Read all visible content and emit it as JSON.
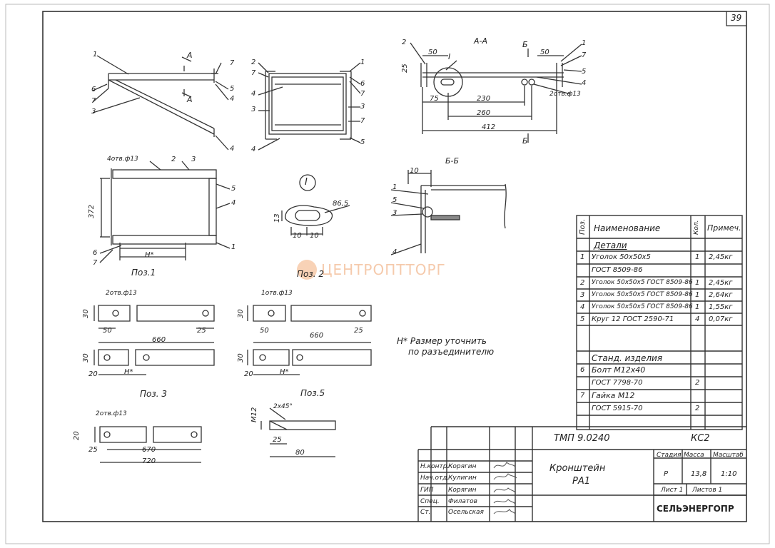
{
  "sheet": {
    "page_number": "39"
  },
  "sections": {
    "aa": "А-А",
    "bb": "Б-Б",
    "cut_a": "А",
    "cut_b": "Б",
    "node_mark": "I"
  },
  "positions": {
    "poz1": "Поз.1",
    "poz2": "Поз. 2",
    "poz3": "Поз. 3",
    "poz5": "Поз.5"
  },
  "callouts": [
    "1",
    "2",
    "3",
    "4",
    "5",
    "6",
    "7"
  ],
  "dimensions": {
    "d50": "50",
    "d25": "25",
    "d75": "75",
    "d230": "230",
    "d260": "260",
    "d412": "412",
    "d372": "372",
    "d10": "10",
    "d13": "13",
    "d86_5": "86,5",
    "d30": "30",
    "d20": "20",
    "d660": "660",
    "d670": "670",
    "d720": "720",
    "d80": "80",
    "m12": "M12",
    "chamfer": "2x45°",
    "h_star": "H*"
  },
  "holes": {
    "two_13": "2отв.ф13",
    "four_13": "4отв.ф13",
    "one_13": "1отв.ф13"
  },
  "note": {
    "line1": "H* Размер уточнить",
    "line2": "по разъединителю"
  },
  "spec": {
    "headers": {
      "pos": "Поз.",
      "name": "Наименование",
      "qty": "Кол.",
      "note": "Примеч."
    },
    "group_details": "Детали",
    "rows": [
      {
        "pos": "1",
        "name": "Уголок 50x50x5",
        "qty": "1",
        "note": "2,45кг"
      },
      {
        "pos": "",
        "name": "ГОСТ 8509-86",
        "qty": "",
        "note": ""
      },
      {
        "pos": "2",
        "name": "Уголок 50x50x5 ГОСТ 8509-86",
        "qty": "1",
        "note": "2,45кг"
      },
      {
        "pos": "3",
        "name": "Уголок 50x50x5 ГОСТ 8509-86",
        "qty": "1",
        "note": "2,64кг"
      },
      {
        "pos": "4",
        "name": "Уголок 50x50x5 ГОСТ 8509-86",
        "qty": "1",
        "note": "1,55кг"
      },
      {
        "pos": "5",
        "name": "Круг 12 ГОСТ 2590-71",
        "qty": "4",
        "note": "0,07кг"
      }
    ],
    "group_standard": "Станд. изделия",
    "std_rows": [
      {
        "pos": "6",
        "name": "Болт М12х40",
        "qty": "",
        "note": ""
      },
      {
        "pos": "",
        "name": "ГОСТ 7798-70",
        "qty": "2",
        "note": ""
      },
      {
        "pos": "7",
        "name": "Гайка М12",
        "qty": "",
        "note": ""
      },
      {
        "pos": "",
        "name": "ГОСТ 5915-70",
        "qty": "2",
        "note": ""
      }
    ]
  },
  "title_block": {
    "doc_code": "ТМП 9.0240",
    "sheet_code": "КС2",
    "title_line1": "Кронштейн",
    "title_line2": "РА1",
    "stage_label": "Стадия",
    "mass_label": "Масса",
    "scale_label": "Масштаб",
    "stage": "Р",
    "mass": "13,8",
    "scale": "1:10",
    "sheet_label": "Лист 1",
    "sheets_label": "Листов 1",
    "org": "СЕЛЬЭНЕРГОПР",
    "signers": [
      {
        "role": "Н.контр.",
        "name": "Корягин"
      },
      {
        "role": "Нач.отд.",
        "name": "Кулигин"
      },
      {
        "role": "ГИП",
        "name": "Корягин"
      },
      {
        "role": "Спец.",
        "name": "Филатов"
      },
      {
        "role": "Ст.",
        "name": "Осельская"
      }
    ]
  },
  "watermark": "ЦЕНТРОПТТОРГ"
}
